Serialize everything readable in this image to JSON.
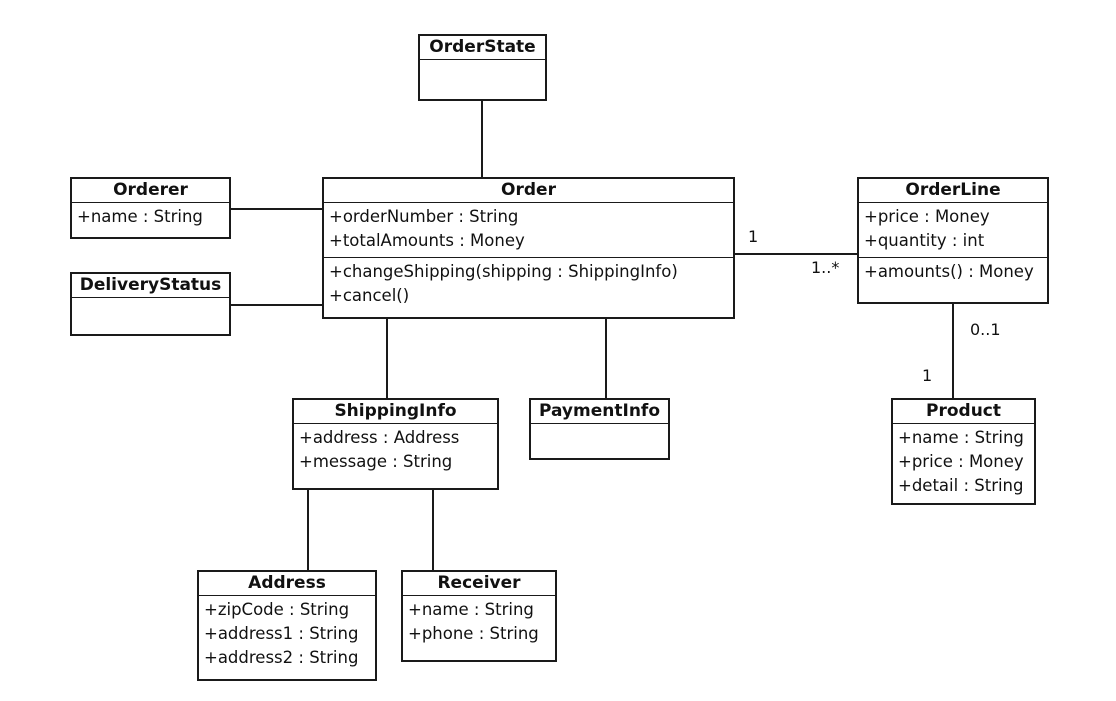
{
  "classes": {
    "orderstate": {
      "name": "OrderState",
      "attributes": [],
      "operations": []
    },
    "orderer": {
      "name": "Orderer",
      "attributes": [
        "+name : String"
      ],
      "operations": []
    },
    "order": {
      "name": "Order",
      "attributes": [
        "+orderNumber : String",
        "+totalAmounts : Money"
      ],
      "operations": [
        "+changeShipping(shipping : ShippingInfo)",
        "+cancel()"
      ]
    },
    "deliverystatus": {
      "name": "DeliveryStatus",
      "attributes": [],
      "operations": []
    },
    "orderline": {
      "name": "OrderLine",
      "attributes": [
        "+price : Money",
        "+quantity : int"
      ],
      "operations": [
        "+amounts() : Money"
      ]
    },
    "shippinginfo": {
      "name": "ShippingInfo",
      "attributes": [
        "+address : Address",
        "+message : String"
      ],
      "operations": []
    },
    "paymentinfo": {
      "name": "PaymentInfo",
      "attributes": [],
      "operations": []
    },
    "product": {
      "name": "Product",
      "attributes": [
        "+name : String",
        "+price : Money",
        "+detail : String"
      ],
      "operations": []
    },
    "address": {
      "name": "Address",
      "attributes": [
        "+zipCode : String",
        "+address1 : String",
        "+address2 : String"
      ],
      "operations": []
    },
    "receiver": {
      "name": "Receiver",
      "attributes": [
        "+name : String",
        "+phone : String"
      ],
      "operations": []
    }
  },
  "associations": [
    {
      "from": "Order",
      "to": "OrderState"
    },
    {
      "from": "Order",
      "to": "Orderer"
    },
    {
      "from": "Order",
      "to": "DeliveryStatus"
    },
    {
      "from": "Order",
      "to": "OrderLine",
      "from_multiplicity": "1",
      "to_multiplicity": "1..*"
    },
    {
      "from": "OrderLine",
      "to": "Product",
      "from_multiplicity": "0..1",
      "to_multiplicity": "1"
    },
    {
      "from": "Order",
      "to": "ShippingInfo"
    },
    {
      "from": "Order",
      "to": "PaymentInfo"
    },
    {
      "from": "ShippingInfo",
      "to": "Address"
    },
    {
      "from": "ShippingInfo",
      "to": "Receiver"
    }
  ],
  "colors": {
    "line": "#1a1a1a",
    "background": "#ffffff",
    "text": "#111111"
  }
}
